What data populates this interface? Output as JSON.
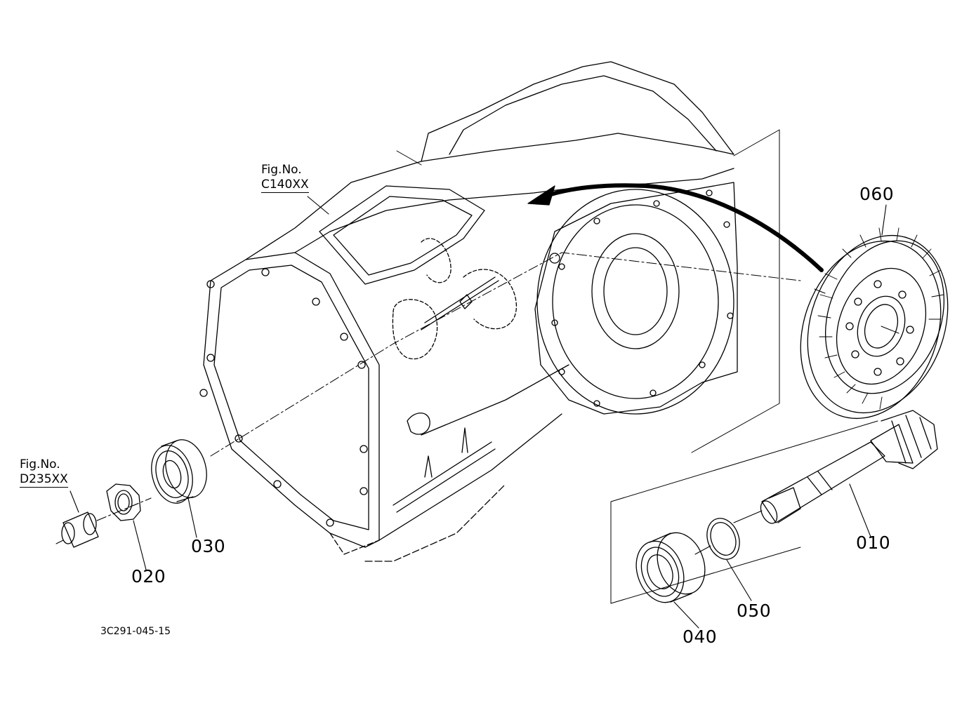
{
  "figure_refs": [
    {
      "line1": "Fig.No.",
      "line2": "C140XX"
    },
    {
      "line1": "Fig.No.",
      "line2": "D235XX"
    }
  ],
  "parts": [
    "060",
    "010",
    "030",
    "020",
    "050",
    "040"
  ],
  "drawing_code": "3C291-045-15",
  "colors": {
    "ink": "#000000",
    "paper": "#ffffff"
  }
}
